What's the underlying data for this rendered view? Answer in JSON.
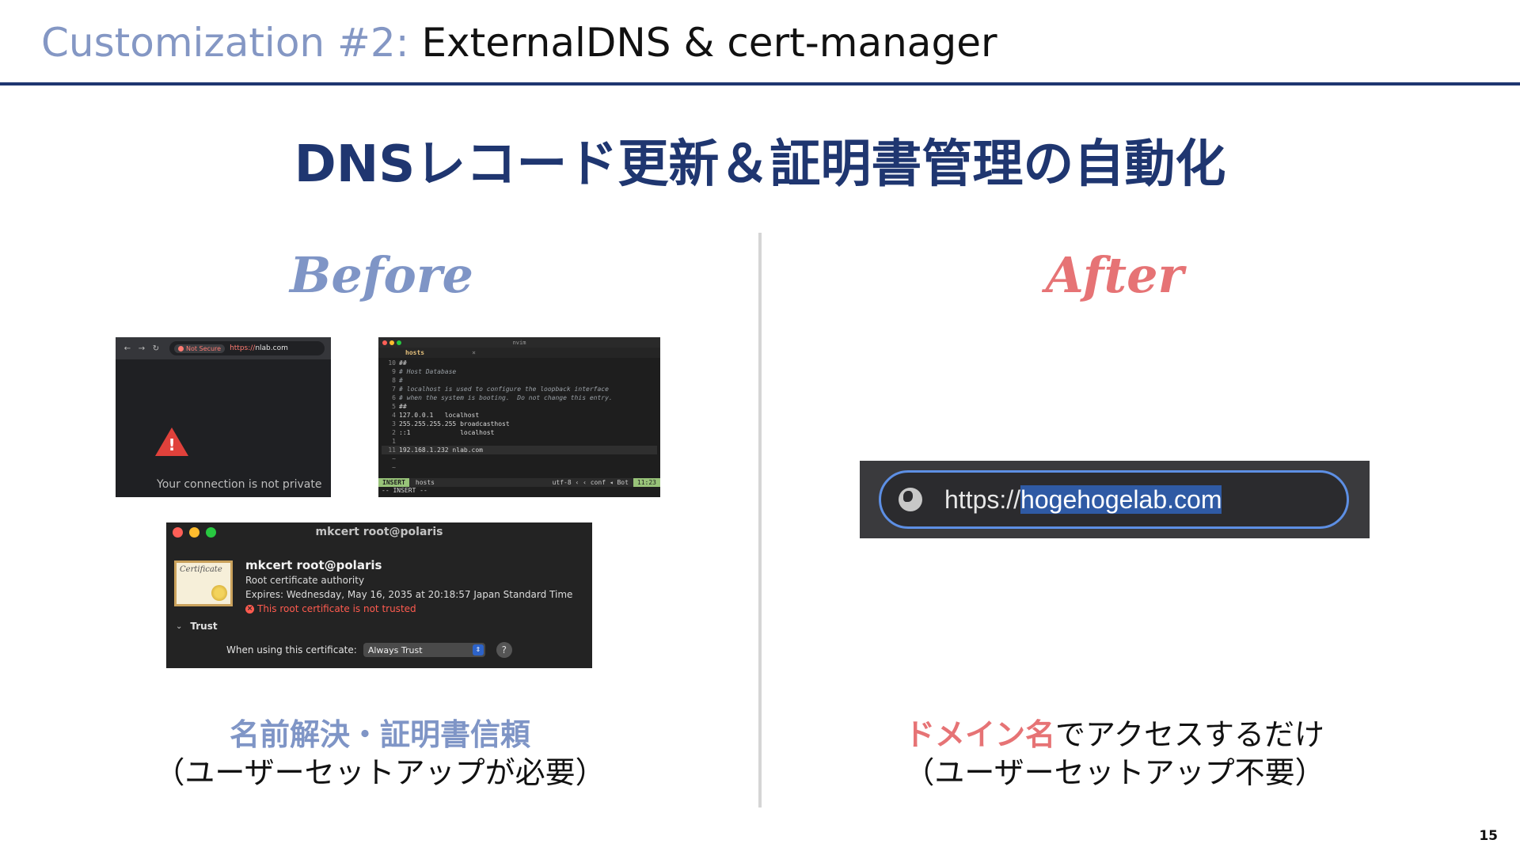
{
  "header": {
    "prefix": "Customization #2:",
    "title": " ExternalDNS & cert-manager"
  },
  "main_title": "DNSレコード更新＆証明書管理の自動化",
  "before": {
    "heading": "Before",
    "browser": {
      "not_secure": "Not Secure",
      "url_scheme": "https://",
      "url_host": "nlab.com",
      "warning_mark": "!",
      "message": "Your connection is not private"
    },
    "terminal": {
      "window_title": "nvim",
      "tab": "hosts",
      "tab_close": "×",
      "lines": [
        {
          "num": "10",
          "text": "##",
          "comment": false
        },
        {
          "num": "9",
          "text": "# Host Database",
          "comment": true
        },
        {
          "num": "8",
          "text": "#",
          "comment": true
        },
        {
          "num": "7",
          "text": "# localhost is used to configure the loopback interface",
          "comment": true
        },
        {
          "num": "6",
          "text": "# when the system is booting.  Do not change this entry.",
          "comment": true
        },
        {
          "num": "5",
          "text": "##",
          "comment": false
        },
        {
          "num": "4",
          "text": "127.0.0.1   localhost",
          "comment": false
        },
        {
          "num": "3",
          "text": "255.255.255.255 broadcasthost",
          "comment": false
        },
        {
          "num": "2",
          "text": "::1             localhost",
          "comment": false
        },
        {
          "num": "1",
          "text": "",
          "comment": false
        },
        {
          "num": "11",
          "text": "192.168.1.232 nlab.com",
          "comment": false
        },
        {
          "num": "~",
          "text": "",
          "comment": false
        },
        {
          "num": "~",
          "text": "",
          "comment": false
        }
      ],
      "status_mode": "INSERT",
      "status_file": "hosts",
      "status_right": "utf-8 ‹ ‹ conf ◂ Bot",
      "status_time": "11:23",
      "mode_line": "-- INSERT --"
    },
    "certificate": {
      "window_title": "mkcert root@polaris",
      "icon_text": "Certificate",
      "name": "mkcert root@polaris",
      "type": "Root certificate authority",
      "expires": "Expires: Wednesday, May 16, 2035 at 20:18:57 Japan Standard Time",
      "warning_icon": "×",
      "warning": "This root certificate is not trusted",
      "trust_label": "Trust",
      "when_using_label": "When using this certificate:",
      "selected_option": "Always Trust",
      "help": "?"
    },
    "caption_line1": "名前解決・証明書信頼",
    "caption_line2": "（ユーザーセットアップが必要）"
  },
  "after": {
    "heading": "After",
    "url_scheme": "https://",
    "url_host": "hogehogelab.com",
    "caption_highlight": "ドメイン名",
    "caption_rest": "でアクセスするだけ",
    "caption_line2": "（ユーザーセットアップ不要）"
  },
  "page_number": "15",
  "colors": {
    "navy": "#1f3670",
    "before_accent": "#7f95c6",
    "after_accent": "#e67375",
    "focus_ring": "#5d8fe4"
  },
  "icons": [
    "back-icon",
    "forward-icon",
    "reload-icon",
    "warning-icon",
    "chevron-down-icon",
    "globe-icon"
  ]
}
